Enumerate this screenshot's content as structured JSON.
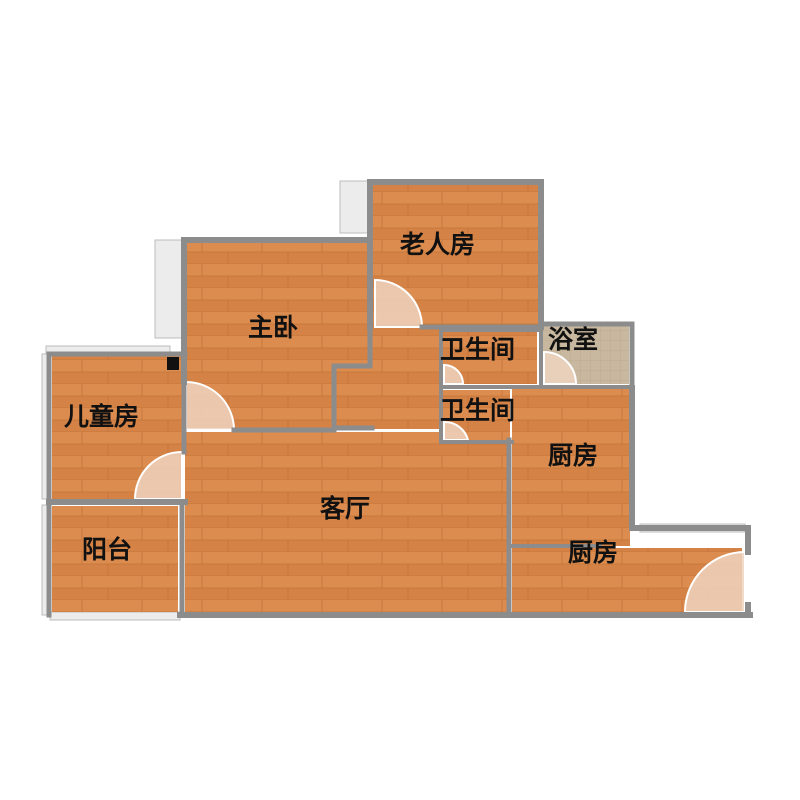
{
  "floor_plan": {
    "rooms": {
      "old_room": "老人房",
      "master_bedroom": "主卧",
      "bathroom_1": "卫生间",
      "bathroom_2": "卫生间",
      "shower_room": "浴室",
      "kids_room": "儿童房",
      "kitchen_1": "厨房",
      "kitchen_2": "厨房",
      "living_room": "客厅",
      "balcony": "阳台"
    },
    "colors": {
      "wood_floor": "#D9884A",
      "wall": "#8C8C8C",
      "tile_floor": "#C9B8A0",
      "window": "#E8E8E8",
      "door_swing": "#EFD3C0"
    }
  }
}
